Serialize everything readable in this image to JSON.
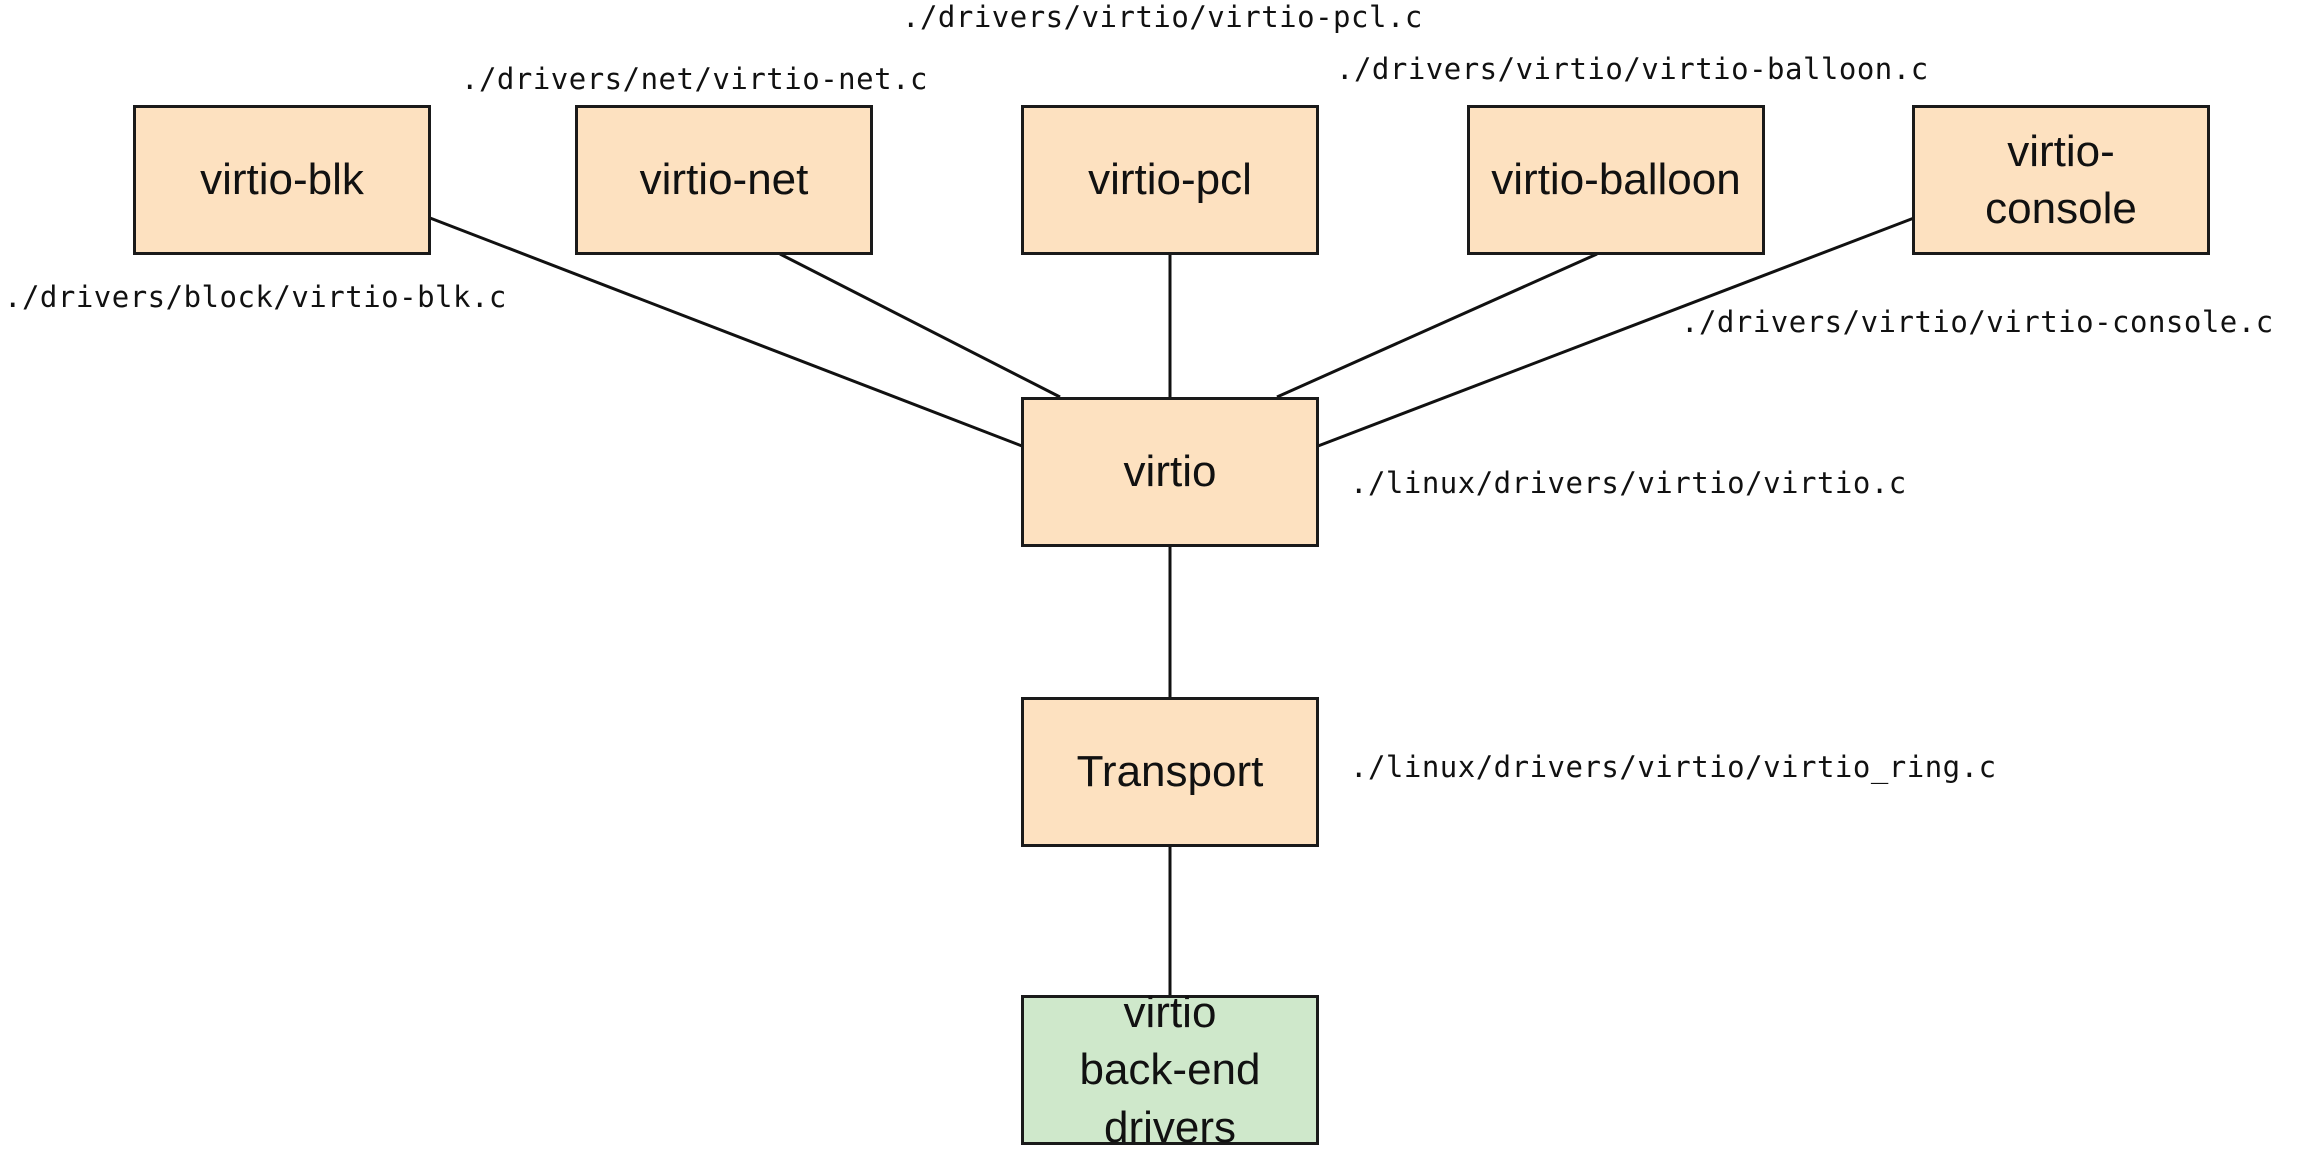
{
  "nodes": {
    "virtio_blk": "virtio-blk",
    "virtio_net": "virtio-net",
    "virtio_pci": "virtio-pcl",
    "virtio_balloon": "virtio-balloon",
    "virtio_console": "virtio-\nconsole",
    "virtio": "virtio",
    "transport": "Transport",
    "backend": "virtio\nback-end\ndrivers"
  },
  "paths": {
    "virtio_pci": "./drivers/virtio/virtio-pcl.c",
    "virtio_net": "./drivers/net/virtio-net.c",
    "virtio_balloon": "./drivers/virtio/virtio-balloon.c",
    "virtio_blk": "./drivers/block/virtio-blk.c",
    "virtio_console": "./drivers/virtio/virtio-console.c",
    "virtio": "./linux/drivers/virtio/virtio.c",
    "transport": "./linux/drivers/virtio/virtio_ring.c"
  },
  "colors": {
    "driver_box_fill": "#fde1c0",
    "backend_box_fill": "#cfe8cb",
    "border": "#1a1a1a"
  }
}
